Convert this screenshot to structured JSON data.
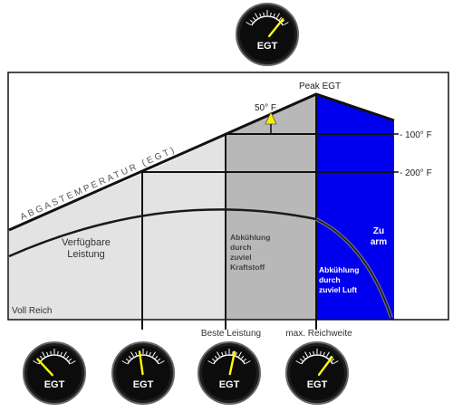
{
  "diagram": {
    "labels": {
      "peak_egt": "Peak EGT",
      "fifty_f": "50° F",
      "minus_100f": "- 100° F",
      "minus_200f": "- 200° F",
      "egt_curve": "ABGASTEMPERATUR (EGT)",
      "available_power_1": "Verfügbare",
      "available_power_2": "Leistung",
      "full_rich": "Voll Reich",
      "cooling_fuel_1": "Abkühlung",
      "cooling_fuel_2": "durch",
      "cooling_fuel_3": "zuviel",
      "cooling_fuel_4": "Kraftstoff",
      "too_lean_1": "Zu",
      "too_lean_2": "arm",
      "cooling_air_1": "Abkühlung",
      "cooling_air_2": "durch",
      "cooling_air_3": "zuviel Luft",
      "best_power": "Beste Leistung",
      "max_range": "max. Reichweite"
    },
    "gauges": {
      "label": "EGT",
      "needle_levels": [
        0.88,
        0.08,
        0.42,
        0.62,
        0.86
      ]
    },
    "colors": {
      "lean_region": "#0000ee",
      "gray_zone": "#b8b8b8",
      "light_zone": "#e3e3e3",
      "power_curve": "#1a1a1a",
      "needle": "#ffff00",
      "marker": "#ffee00"
    }
  }
}
